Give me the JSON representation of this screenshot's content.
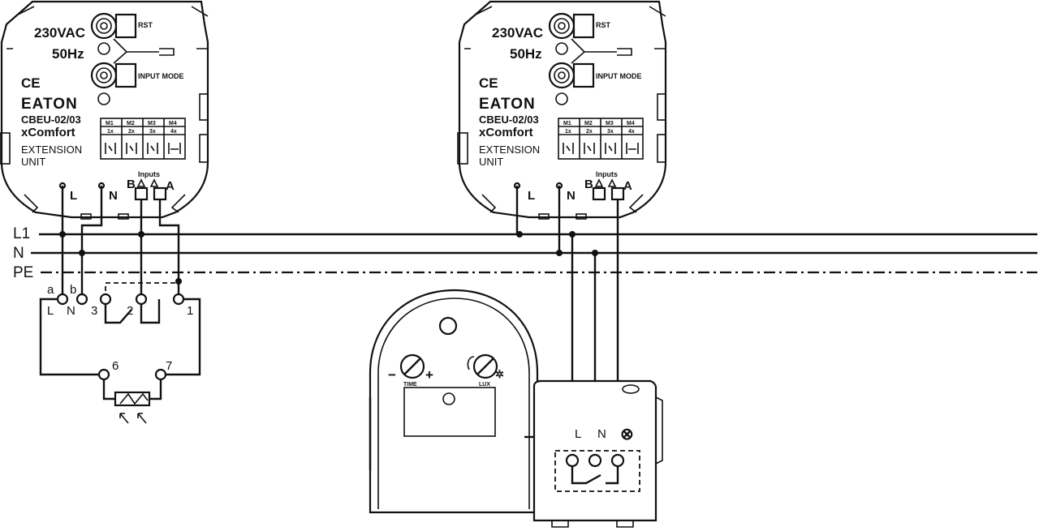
{
  "bus": {
    "l1_label": "L1",
    "n_label": "N",
    "pe_label": "PE"
  },
  "extension_units": [
    {
      "voltage": "230VAC",
      "frequency": "50Hz",
      "ce_mark": "CE",
      "brand": "EATON",
      "model": "CBEU-02/03",
      "series": "xComfort",
      "type_line1": "EXTENSION",
      "type_line2": "UNIT",
      "rst_label": "RST",
      "input_mode_label": "INPUT MODE",
      "inputs_label": "Inputs",
      "input_b_label": "B",
      "input_a_label": "A",
      "terminal_l_label": "L",
      "terminal_n_label": "N",
      "mode_headers": [
        "M1",
        "M2",
        "M3",
        "M4"
      ],
      "mode_counts": [
        "1x",
        "2x",
        "3x",
        "4x"
      ]
    },
    {
      "voltage": "230VAC",
      "frequency": "50Hz",
      "ce_mark": "CE",
      "brand": "EATON",
      "model": "CBEU-02/03",
      "series": "xComfort",
      "type_line1": "EXTENSION",
      "type_line2": "UNIT",
      "rst_label": "RST",
      "input_mode_label": "INPUT MODE",
      "inputs_label": "Inputs",
      "input_b_label": "B",
      "input_a_label": "A",
      "terminal_l_label": "L",
      "terminal_n_label": "N",
      "mode_headers": [
        "M1",
        "M2",
        "M3",
        "M4"
      ],
      "mode_counts": [
        "1x",
        "2x",
        "3x",
        "4x"
      ]
    }
  ],
  "twilight_switch": {
    "terminal_a": "a",
    "terminal_b": "b",
    "terminal_l": "L",
    "terminal_n": "N",
    "terminal_3": "3",
    "terminal_2": "2",
    "terminal_1": "1",
    "terminal_6": "6",
    "terminal_7": "7"
  },
  "motion_sensor": {
    "time_label": "TIME",
    "lux_label": "LUX",
    "minus": "−",
    "plus": "+",
    "sun": "✲"
  },
  "sensor_base": {
    "terminal_l": "L",
    "terminal_n": "N",
    "lamp_symbol": "⊗"
  }
}
